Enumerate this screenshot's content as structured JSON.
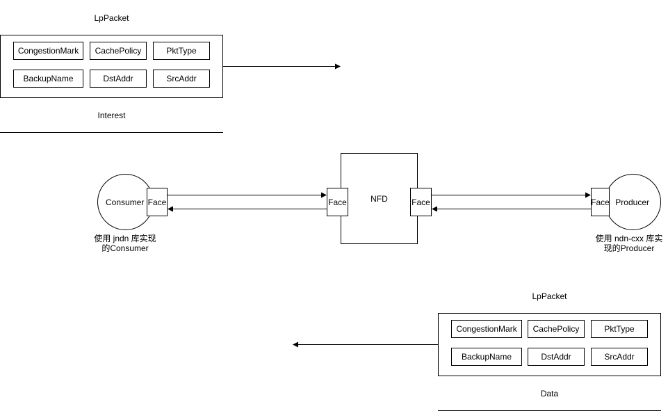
{
  "top_packet": {
    "title": "LpPacket",
    "fields": [
      "CongestionMark",
      "CachePolicy",
      "PktType",
      "BackupName",
      "DstAddr",
      "SrcAddr"
    ],
    "payload": "Interest"
  },
  "bottom_packet": {
    "title": "LpPacket",
    "fields": [
      "CongestionMark",
      "CachePolicy",
      "PktType",
      "BackupName",
      "DstAddr",
      "SrcAddr"
    ],
    "payload": "Data"
  },
  "consumer": {
    "name": "Consumer",
    "face": "Face",
    "caption_line1": "使用 jndn 库实现",
    "caption_line2": "的Consumer"
  },
  "nfd": {
    "name": "NFD",
    "face_left": "Face",
    "face_right": "Face"
  },
  "producer": {
    "name": "Producer",
    "face": "Face",
    "caption_line1": "使用 ndn-cxx 库实",
    "caption_line2": "现的Producer"
  }
}
